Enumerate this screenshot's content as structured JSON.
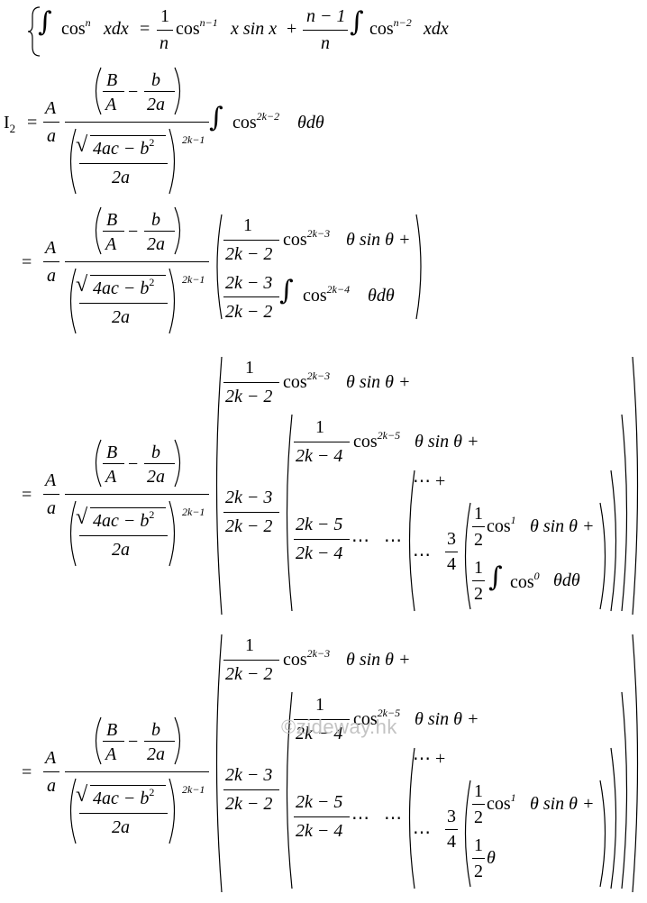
{
  "watermark": "©zideway.hk",
  "reduction_formula": {
    "brace": "{",
    "int": "∫",
    "lhs_cos": "cos",
    "lhs_pow": "n",
    "lhs_rest": "xdx",
    "eq": "=",
    "f1_num": "1",
    "f1_den": "n",
    "cos_a": "cos",
    "pow_a": "n−1",
    "term_a": "x sin x",
    "plus": "+",
    "f2_num": "n − 1",
    "f2_den": "n",
    "cos_b": "cos",
    "pow_b": "n−2",
    "term_b": "xdx"
  },
  "common": {
    "A": "A",
    "a": "a",
    "eq": "=",
    "B_over_A_num": "B",
    "B_over_A_den": "A",
    "minus": "−",
    "b_over_2a_num": "b",
    "b_over_2a_den": "2a",
    "sqrt_expr": "4ac − b",
    "sq": "2",
    "two_a": "2a",
    "outer_pow": "2k−1",
    "lhs_I": "I",
    "lhs_sub": "2"
  },
  "line1": {
    "cos": "cos",
    "pow": "2k−2",
    "tail": "θdθ",
    "int": "∫"
  },
  "line2": {
    "f_num": "1",
    "f_den": "2k − 2",
    "cos": "cos",
    "pow": "2k−3",
    "tail": "θ sin θ +",
    "g_num": "2k − 3",
    "g_den": "2k − 2",
    "cos2": "cos",
    "pow2": "2k−4",
    "tail2": "θdθ"
  },
  "line3": {
    "r1_num": "1",
    "r1_den": "2k − 2",
    "r1_cos": "cos",
    "r1_pow": "2k−3",
    "r1_tail": "θ sin θ +",
    "r2_num": "1",
    "r2_den": "2k − 4",
    "r2_cos": "cos",
    "r2_pow": "2k−5",
    "r2_tail": "θ sin θ +",
    "g_num": "2k − 3",
    "g_den": "2k − 2",
    "h_num": "2k − 5",
    "h_den": "2k − 4",
    "dots": "⋯",
    "dots_plus": "⋯ +",
    "q_num": "3",
    "q_den": "4",
    "h1_num": "1",
    "h1_den": "2",
    "h1_cos": "cos",
    "h1_pow": "1",
    "h1_tail": "θ sin θ +",
    "h2_num": "1",
    "h2_den": "2",
    "h2_cos": "cos",
    "h2_pow": "0",
    "h2_tail": "θdθ"
  },
  "line4": {
    "h2_tail": "θ"
  }
}
